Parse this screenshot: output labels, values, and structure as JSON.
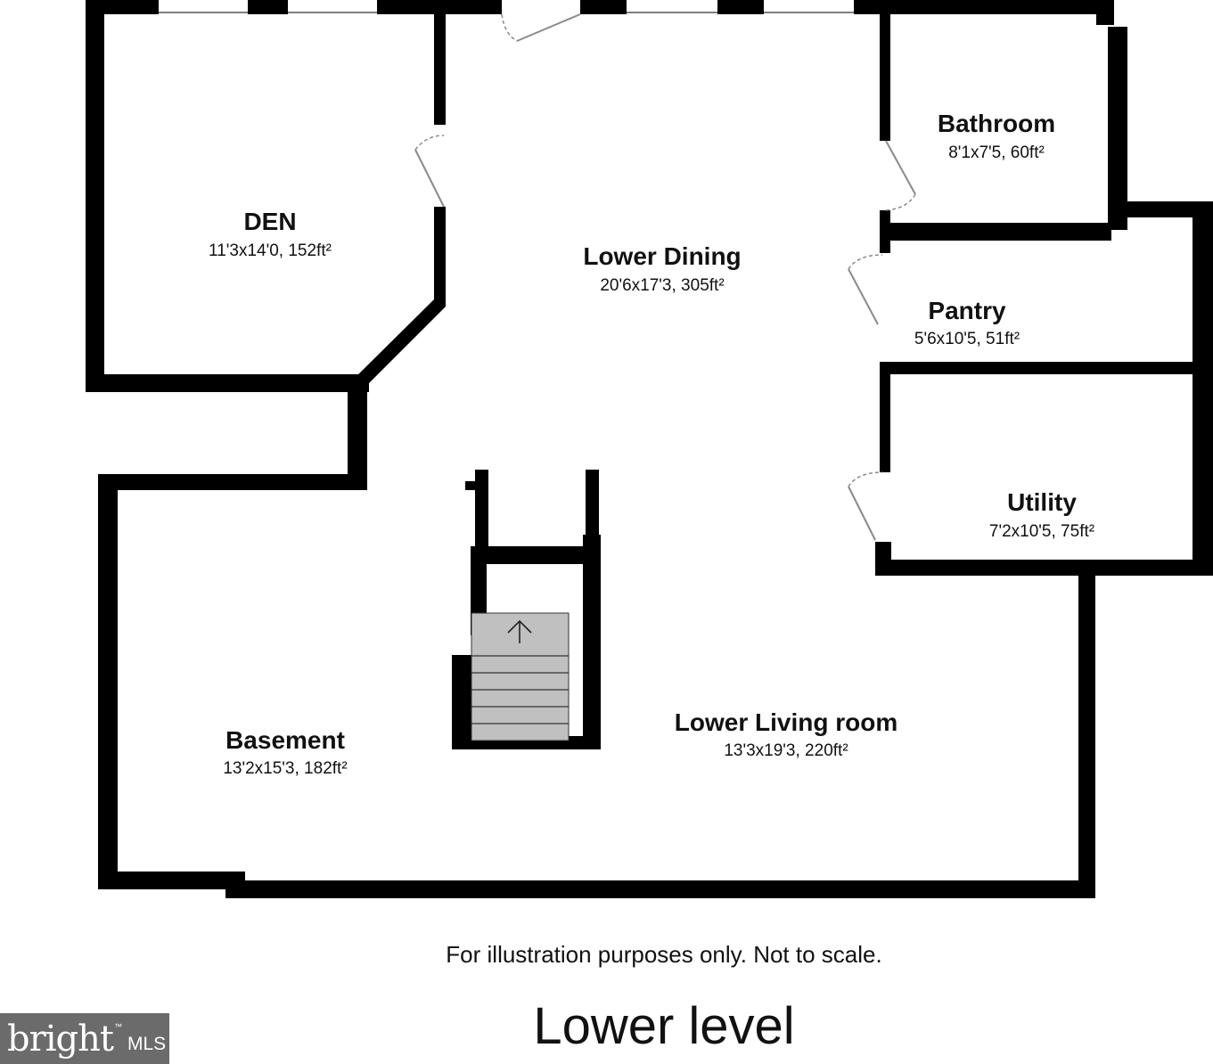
{
  "rooms": {
    "den": {
      "name": "DEN",
      "dims": "11'3x14'0, 152ft²"
    },
    "lower_dining": {
      "name": "Lower Dining",
      "dims": "20'6x17'3, 305ft²"
    },
    "bathroom": {
      "name": "Bathroom",
      "dims": "8'1x7'5, 60ft²"
    },
    "pantry": {
      "name": "Pantry",
      "dims": "5'6x10'5, 51ft²"
    },
    "utility": {
      "name": "Utility",
      "dims": "7'2x10'5, 75ft²"
    },
    "basement": {
      "name": "Basement",
      "dims": "13'2x15'3, 182ft²"
    },
    "lower_living": {
      "name": "Lower Living room",
      "dims": "13'3x19'3, 220ft²"
    }
  },
  "disclaimer": "For illustration purposes only. Not to scale.",
  "level_title": "Lower level",
  "logo": {
    "brand": "bright",
    "trademark": "™",
    "suffix": "MLS"
  },
  "colors": {
    "wall": "#000000",
    "stairs": "#c0c0c0",
    "door": "#8a8a8a",
    "logo_bg": "#6b6b6b"
  }
}
